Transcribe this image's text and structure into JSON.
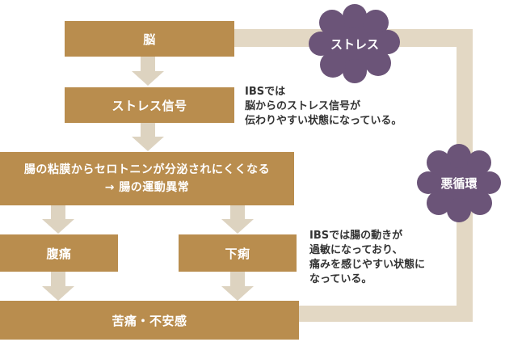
{
  "boxes": {
    "brain": "脳",
    "stress_signal": "ストレス信号",
    "serotonin_line1": "腸の粘膜からセロトニンが分泌されにくくなる",
    "serotonin_line2": "→ 腸の運動異常",
    "abdominal_pain": "腹痛",
    "diarrhea": "下痢",
    "distress": "苦痛・不安感"
  },
  "clouds": {
    "stress": "ストレス",
    "vicious_cycle": "悪循環"
  },
  "notes": {
    "note1": [
      "IBSでは",
      "脳からのストレス信号が",
      "伝わりやすい状態になっている。"
    ],
    "note2": [
      "IBSでは腸の動きが",
      "過敏になっており、",
      "痛みを感じやすい状態に",
      "なっている。"
    ]
  },
  "colors": {
    "box": "#b98d4e",
    "band": "#e3d8c4",
    "arrow": "#ddd3c0",
    "cloud": "#6b5478",
    "text": "#333333"
  }
}
